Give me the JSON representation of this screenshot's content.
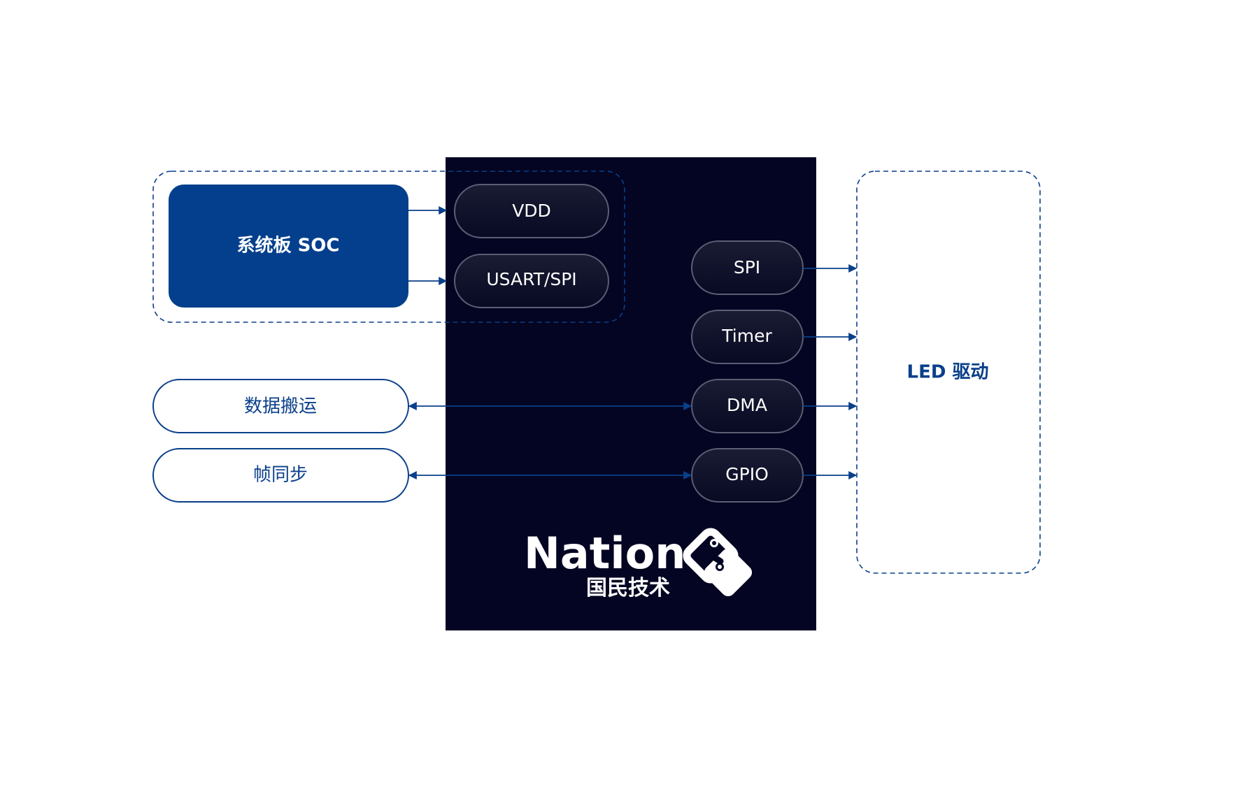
{
  "soc": {
    "label": "系统板 SOC"
  },
  "inputs": {
    "vdd": "VDD",
    "usart_spi": "USART/SPI"
  },
  "peripherals": {
    "spi": "SPI",
    "timer": "Timer",
    "dma": "DMA",
    "gpio": "GPIO"
  },
  "functions": {
    "data_transfer": "数据搬运",
    "frame_sync": "帧同步"
  },
  "led": {
    "label": "LED 驱动"
  },
  "logo": {
    "word": "Nation",
    "cn": "国民技术",
    "icon": "nation-s-logo-icon"
  },
  "colors": {
    "chip_bg": "#030522",
    "soc_fill": "#033f8c",
    "line": "#0a3f8a",
    "pill_stroke": "#5b5f74"
  }
}
